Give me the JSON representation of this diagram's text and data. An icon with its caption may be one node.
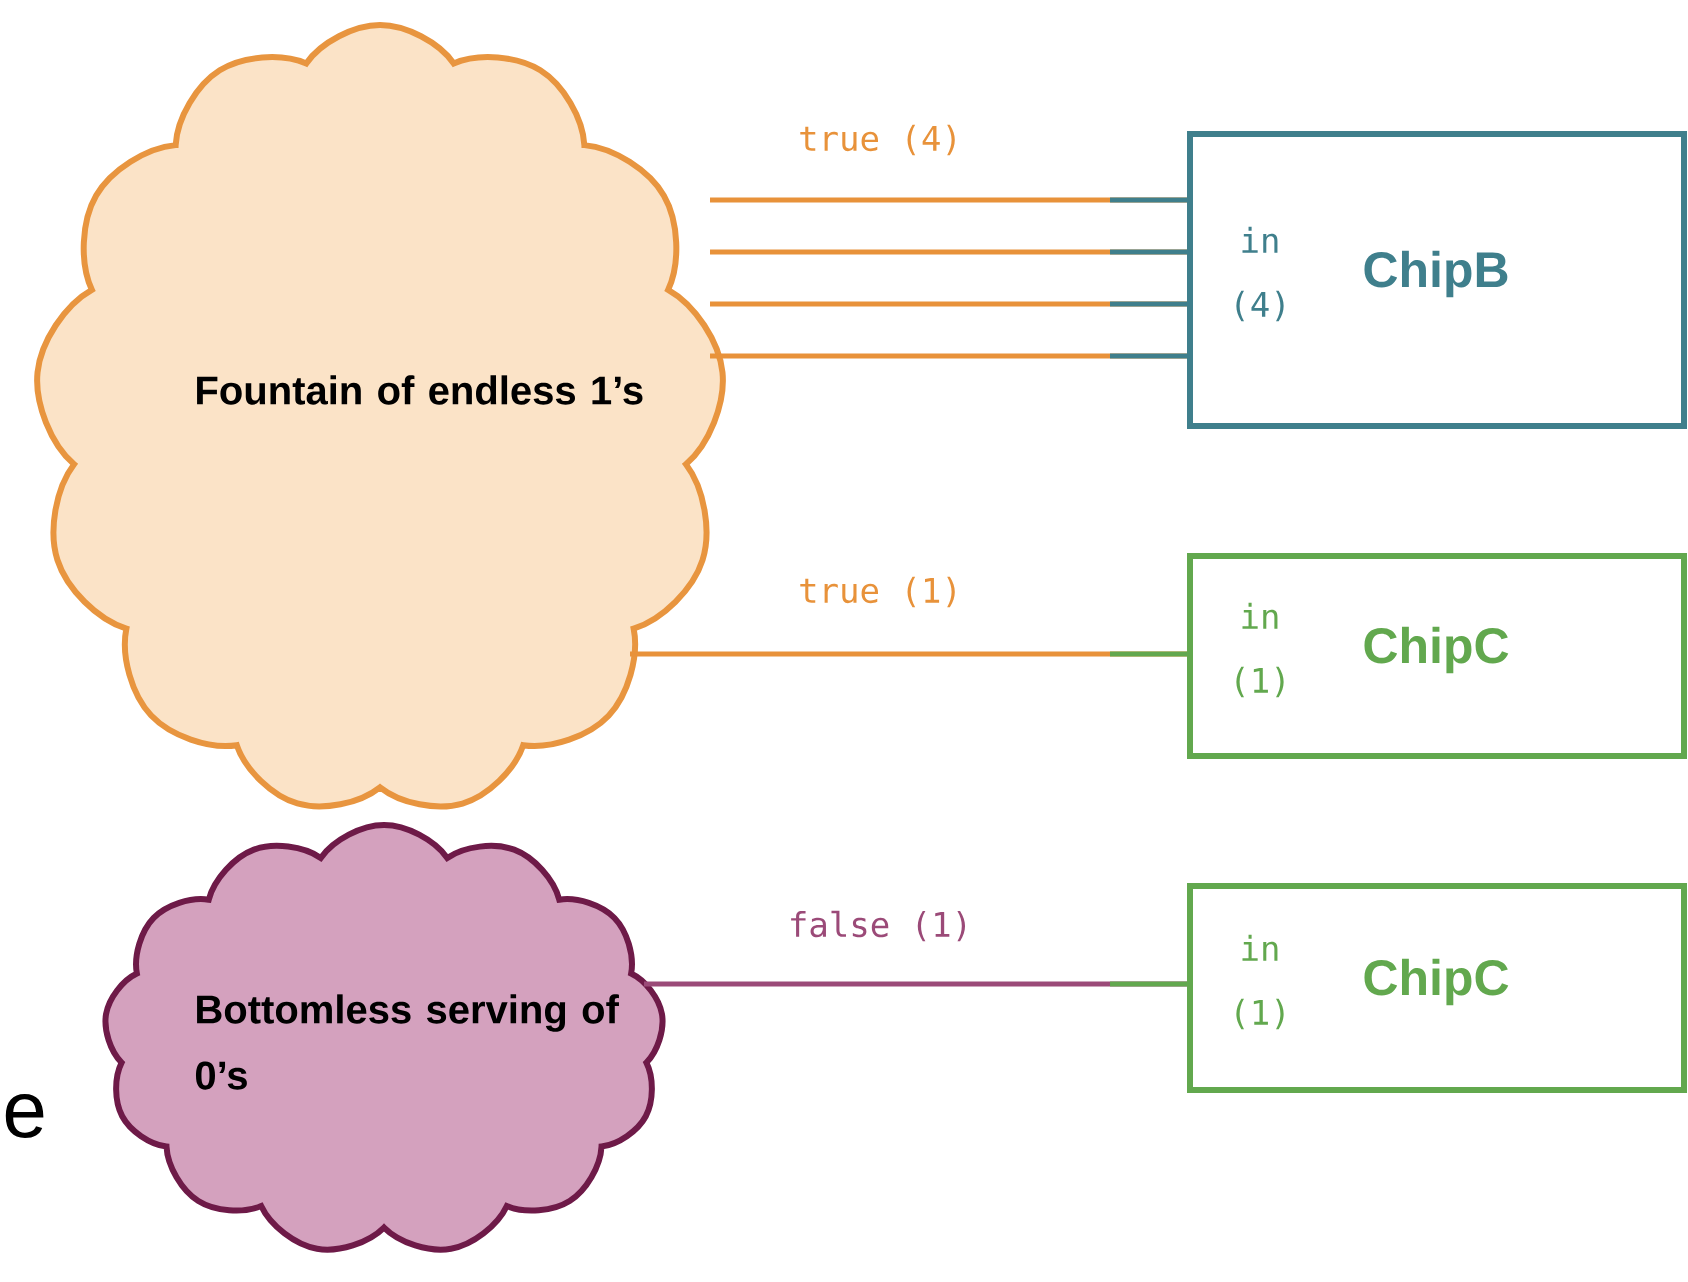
{
  "diagram": {
    "nodes": [
      {
        "text": [
          "Fountain of endless 1’s"
        ]
      },
      {
        "text": [
          "in (4)",
          "ChipB"
        ]
      },
      {
        "text": [
          "in (1)",
          "ChipC"
        ]
      },
      {
        "text": [
          "Bottomless serving of 0’s"
        ]
      },
      {
        "text": [
          "in (1)",
          "ChipC"
        ]
      }
    ],
    "edges": [
      {
        "from": 0,
        "to": 1,
        "arrow": "none",
        "label": "true (4)"
      },
      {
        "from": 0,
        "to": 1,
        "arrow": "none"
      },
      {
        "from": 0,
        "to": 1,
        "arrow": "none"
      },
      {
        "from": 0,
        "to": 1,
        "arrow": "none"
      },
      {
        "from": 0,
        "to": 2,
        "arrow": "none",
        "label": "true (1)"
      },
      {
        "from": 3,
        "to": 4,
        "arrow": "none",
        "label": "false (1)",
        "color": "#9b4a78"
      }
    ],
    "labels": [
      "e"
    ]
  }
}
